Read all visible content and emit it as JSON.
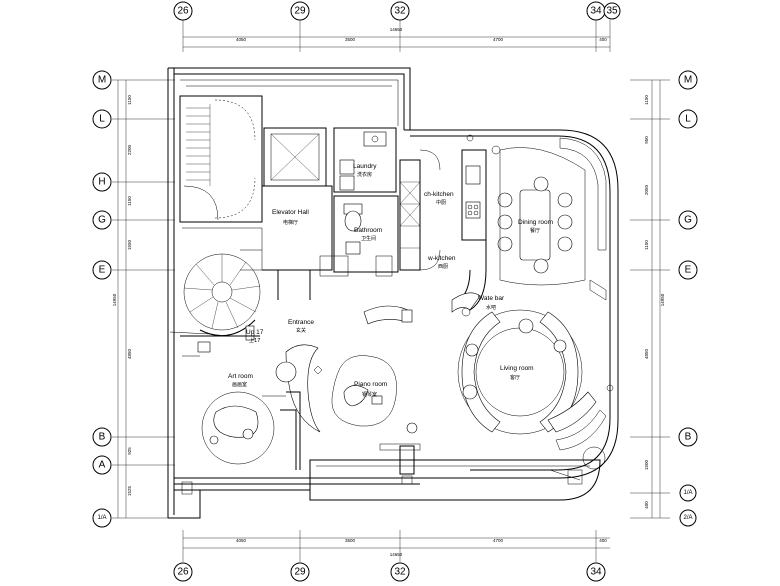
{
  "axes_top": [
    "26",
    "29",
    "32",
    "34",
    "35"
  ],
  "axes_bottom": [
    "26",
    "29",
    "32",
    "34"
  ],
  "axes_left": [
    "M",
    "L",
    "H",
    "G",
    "E",
    "B",
    "A",
    "1/A"
  ],
  "axes_right": [
    "M",
    "L",
    "G",
    "E",
    "B",
    "1/A",
    "2/A"
  ],
  "dims_top": [
    "4050",
    "3500",
    "4700",
    "400"
  ],
  "dims_top_total": "14650",
  "dims_bottom": [
    "4050",
    "3500",
    "4700",
    "400"
  ],
  "dims_bottom_total": "14650",
  "dims_left": [
    "1150",
    "2200",
    "1150",
    "1550",
    "4850",
    "925",
    "1525"
  ],
  "dims_left_total": "14950",
  "dims_right": [
    "1150",
    "950",
    "2050",
    "1150",
    "4850",
    "1500",
    "400"
  ],
  "dims_right_total": "14950",
  "rooms": {
    "laundry_en": "Laundry",
    "laundry_zh": "洗衣房",
    "elevator_en": "Elevator Hall",
    "elevator_zh": "电梯厅",
    "bathroom_en": "Bathroom",
    "bathroom_zh": "卫生间",
    "ch_kitchen_en": "ch-kitchen",
    "ch_kitchen_zh": "中厨",
    "w_kitchen_en": "w-kitchen",
    "w_kitchen_zh": "西厨",
    "dining_en": "Dining room",
    "dining_zh": "餐厅",
    "wate_bar_en": "Wate bar",
    "wate_bar_zh": "水吧",
    "entrance_en": "Entrance",
    "entrance_zh": "玄关",
    "up_en": "Up 17",
    "up_zh": "上17",
    "art_en": "Art room",
    "art_zh": "画画室",
    "piano_en": "Piano room",
    "piano_zh": "钢琴室",
    "living_en": "Living room",
    "living_zh": "客厅"
  }
}
